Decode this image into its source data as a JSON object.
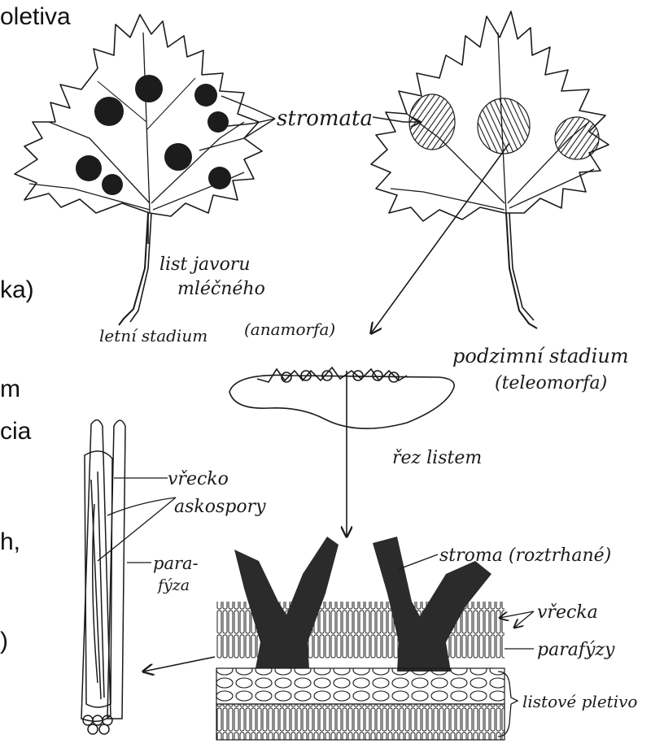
{
  "left_text_fragments": [
    "oletiva",
    "ka)",
    "m",
    "cia",
    "h,",
    ")"
  ],
  "labels": {
    "stromata": "stromata",
    "leaf_name_line1": "list javoru",
    "leaf_name_line2": "mléčného",
    "summer_stage": "letní stadium",
    "anamorph": "(anamorfa)",
    "autumn_stage": "podzimní stadium",
    "teleomorph": "(teleomorfa)",
    "leaf_section": "řez listem",
    "ascus": "vřecko",
    "ascospores": "askospory",
    "paraphysis_1": "para-",
    "paraphysis_2": "fýza",
    "stroma_torn": "stroma (roztrhané)",
    "asci": "vřecka",
    "paraphyses": "parafýzy",
    "leaf_tissue": "listové pletivo"
  },
  "colors": {
    "ink": "#1a1a1a",
    "stroma": "#2b2b2b",
    "paper": "#ffffff"
  }
}
